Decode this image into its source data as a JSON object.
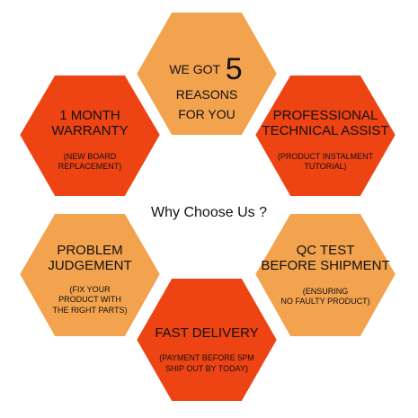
{
  "center": {
    "text": "Why Choose Us ?"
  },
  "colors": {
    "light_orange": "#F3A24E",
    "red_orange": "#EE4313",
    "stroke": "#ffffff"
  },
  "top": {
    "prefix": "WE GOT",
    "number": "5",
    "suffix": "REASONS",
    "line2": "FOR YOU"
  },
  "warranty": {
    "title_line1": "1 MONTH",
    "title_line2": "WARRANTY",
    "sub_line1": "(NEW BOARD",
    "sub_line2": "REPLACEMENT)"
  },
  "technical": {
    "title_line1": "PROFESSIONAL",
    "title_line2": "TECHNICAL ASSIST",
    "sub_line1": "(PRODUCT INSTALMENT",
    "sub_line2": "TUTORIAL)"
  },
  "problem": {
    "title_line1": "PROBLEM",
    "title_line2": "JUDGEMENT",
    "sub_line1": "(FIX YOUR",
    "sub_line2": "PRODUCT WITH",
    "sub_line3": "THE RIGHT PARTS)"
  },
  "qc": {
    "title_line1": "QC TEST",
    "title_line2": "BEFORE SHIPMENT",
    "sub_line1": "(ENSURING",
    "sub_line2": "NO FAULTY PRODUCT)"
  },
  "delivery": {
    "title_line1": "FAST DELIVERY",
    "sub_line1": "(PAYMENT BEFORE 5PM",
    "sub_line2": "SHIP OUT BY TODAY)"
  }
}
